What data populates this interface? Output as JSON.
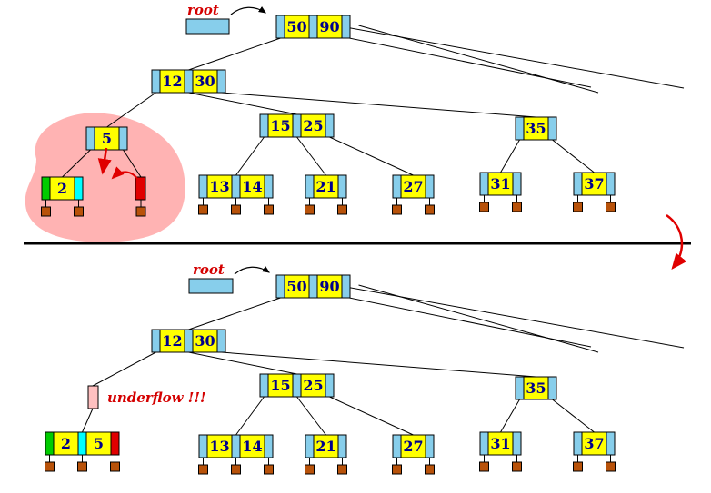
{
  "colors": {
    "pointer": "#87ceeb",
    "key": "#ffff00",
    "key_text": "#00008b",
    "leaf_ptr": "#b8520a",
    "red": "#e00000",
    "green": "#00cc00",
    "cyan": "#00ffff",
    "highlight": "#ffb3b3",
    "underflow_node": "#ffc0c0",
    "divider": "#000000"
  },
  "before": {
    "root_label": "root",
    "root_keys": [
      "50",
      "90"
    ],
    "level1_keys": [
      "12",
      "30"
    ],
    "node_5_keys": [
      "5"
    ],
    "node_15_25_keys": [
      "15",
      "25"
    ],
    "node_35_keys": [
      "35"
    ],
    "leaf_2_keys": [
      "2"
    ],
    "leaf_13_14_keys": [
      "13",
      "14"
    ],
    "leaf_21_keys": [
      "21"
    ],
    "leaf_27_keys": [
      "27"
    ],
    "leaf_31_keys": [
      "31"
    ],
    "leaf_37_keys": [
      "37"
    ]
  },
  "after": {
    "root_label": "root",
    "root_keys": [
      "50",
      "90"
    ],
    "level1_keys": [
      "12",
      "30"
    ],
    "underflow_label": "underflow !!!",
    "node_15_25_keys": [
      "15",
      "25"
    ],
    "node_35_keys": [
      "35"
    ],
    "leaf_2_5_keys": [
      "2",
      "5"
    ],
    "leaf_13_14_keys": [
      "13",
      "14"
    ],
    "leaf_21_keys": [
      "21"
    ],
    "leaf_27_keys": [
      "27"
    ],
    "leaf_31_keys": [
      "31"
    ],
    "leaf_37_keys": [
      "37"
    ]
  }
}
